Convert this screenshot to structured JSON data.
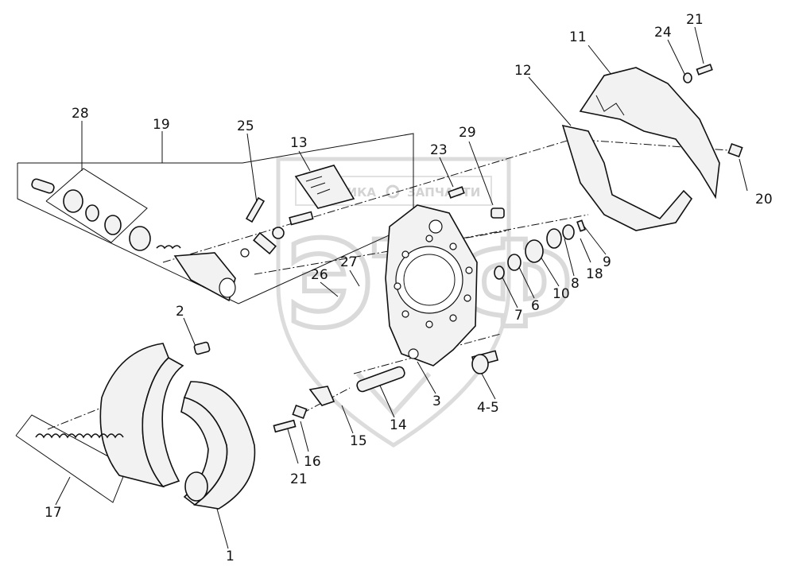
{
  "watermark": {
    "brand": "ТЕХНИКА",
    "brand2": "ЗАПЧАСТИ",
    "letters": "ЭТФ"
  },
  "labels": [
    {
      "id": "p1",
      "text": "1"
    },
    {
      "id": "p2",
      "text": "2"
    },
    {
      "id": "p3",
      "text": "3"
    },
    {
      "id": "p45",
      "text": "4-5"
    },
    {
      "id": "p6",
      "text": "6"
    },
    {
      "id": "p7",
      "text": "7"
    },
    {
      "id": "p8",
      "text": "8"
    },
    {
      "id": "p9",
      "text": "9"
    },
    {
      "id": "p10",
      "text": "10"
    },
    {
      "id": "p11",
      "text": "11"
    },
    {
      "id": "p12",
      "text": "12"
    },
    {
      "id": "p13",
      "text": "13"
    },
    {
      "id": "p14",
      "text": "14"
    },
    {
      "id": "p15",
      "text": "15"
    },
    {
      "id": "p16",
      "text": "16"
    },
    {
      "id": "p17",
      "text": "17"
    },
    {
      "id": "p18",
      "text": "18"
    },
    {
      "id": "p19",
      "text": "19"
    },
    {
      "id": "p20",
      "text": "20"
    },
    {
      "id": "p21a",
      "text": "21"
    },
    {
      "id": "p21b",
      "text": "21"
    },
    {
      "id": "p23",
      "text": "23"
    },
    {
      "id": "p24",
      "text": "24"
    },
    {
      "id": "p25",
      "text": "25"
    },
    {
      "id": "p26",
      "text": "26"
    },
    {
      "id": "p27",
      "text": "27"
    },
    {
      "id": "p28",
      "text": "28"
    },
    {
      "id": "p29",
      "text": "29"
    }
  ]
}
